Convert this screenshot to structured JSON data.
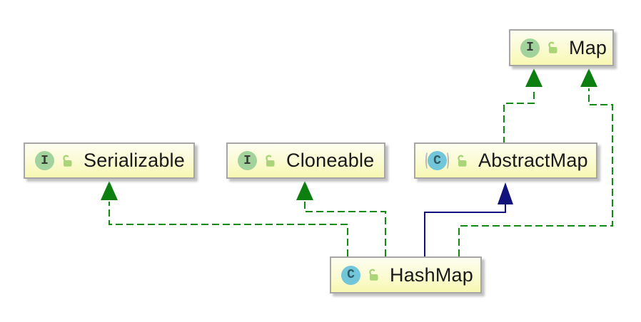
{
  "diagram": {
    "nodes": [
      {
        "label": "Map",
        "kind": "interface",
        "icon_letter": "I",
        "visibility": "public"
      },
      {
        "label": "Serializable",
        "kind": "interface",
        "icon_letter": "I",
        "visibility": "public"
      },
      {
        "label": "Cloneable",
        "kind": "interface",
        "icon_letter": "I",
        "visibility": "public"
      },
      {
        "label": "AbstractMap",
        "kind": "abstract-class",
        "icon_letter": "C",
        "visibility": "public"
      },
      {
        "label": "HashMap",
        "kind": "class",
        "icon_letter": "C",
        "visibility": "public"
      }
    ],
    "edges": [
      {
        "from": "HashMap",
        "to": "Serializable",
        "type": "realization",
        "style": "green-dashed"
      },
      {
        "from": "HashMap",
        "to": "Cloneable",
        "type": "realization",
        "style": "green-dashed"
      },
      {
        "from": "HashMap",
        "to": "AbstractMap",
        "type": "generalization",
        "style": "navy-solid"
      },
      {
        "from": "HashMap",
        "to": "Map",
        "type": "realization",
        "style": "green-dashed"
      },
      {
        "from": "AbstractMap",
        "to": "Map",
        "type": "realization",
        "style": "green-dashed"
      }
    ],
    "colors": {
      "realization_edge": "#118a14",
      "arrowhead_green": "#0d7f10",
      "generalization_edge": "#12127d",
      "node_border": "#a6a6a6",
      "node_gradient_top": "#fdfdf0",
      "node_gradient_bottom": "#f8f8b2",
      "interface_icon_bg": "#a2d39c",
      "class_icon_bg": "#72c6d9",
      "lock_icon_color": "#a9d478"
    },
    "icons": {
      "interface": "green-circle-I",
      "class": "cyan-circle-C",
      "abstract_class": "cyan-circle-C-with-gray-parentheses",
      "visibility_public": "green-open-padlock"
    }
  }
}
